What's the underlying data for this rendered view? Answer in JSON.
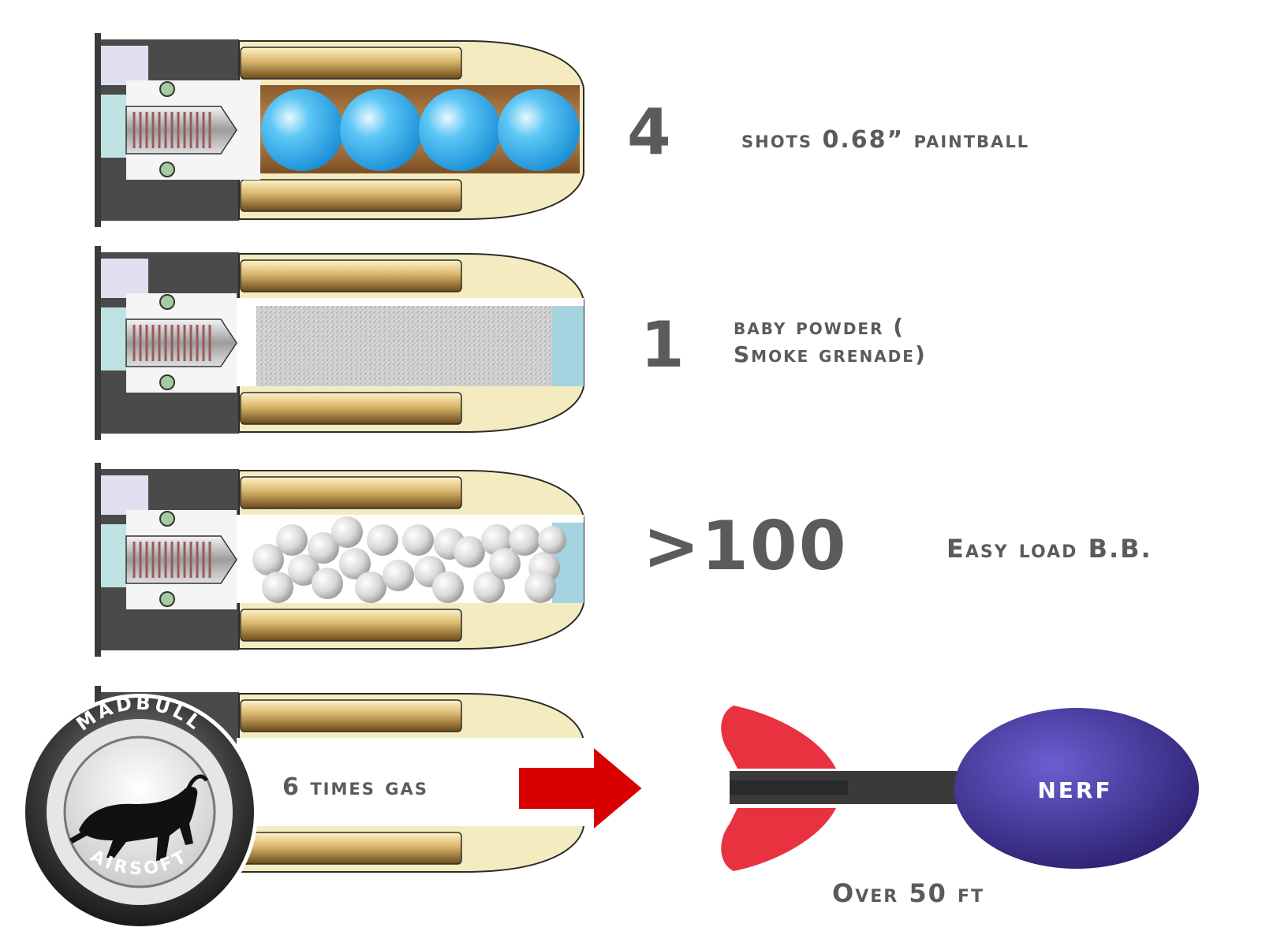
{
  "rows": [
    {
      "count": "4",
      "caption": "shots 0.68” paintball"
    },
    {
      "count": "1",
      "caption_line1": "baby powder (",
      "caption_line2": "Smoke grenade)"
    },
    {
      "count": ">100",
      "caption": "Easy load B.B."
    }
  ],
  "gas_label": "6 times gas",
  "logo": {
    "top": "MADBULL",
    "bottom": "AIRSOFT"
  },
  "dart": {
    "brand": "NERF",
    "caption": "Over 50 ft"
  },
  "colors": {
    "text": "#5b5b5b",
    "paintball": "#2ea8e8",
    "brass": "#f4ecc0",
    "arrow": "#d90000",
    "dart_ball": "#3b2f8a",
    "dart_fin": "#e8323f"
  }
}
